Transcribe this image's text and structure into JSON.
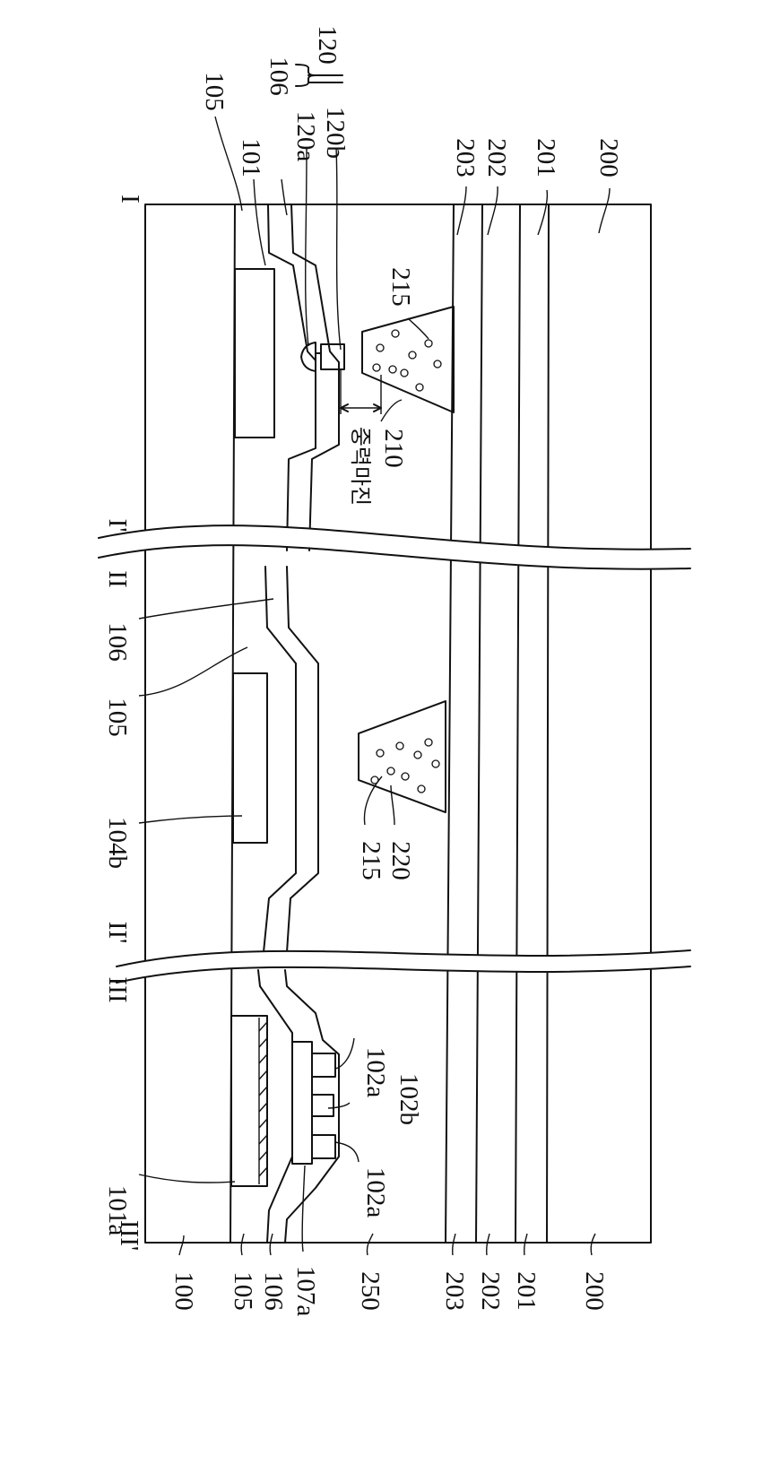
{
  "figure": {
    "section_labels": {
      "I": "I",
      "I_prime": "I'",
      "II": "II",
      "II_prime": "II'",
      "III": "III",
      "III_prime": "III'"
    },
    "reference_labels": {
      "s200_top": "200",
      "s201_top": "201",
      "s202_top": "202",
      "s203_top": "203",
      "s120b": "120b",
      "s120a": "120a",
      "s120": "120",
      "s106_top": "106",
      "s101": "101",
      "s105_top": "105",
      "s215_a": "215",
      "s210": "210",
      "margin_text": "중력마진",
      "s106_mid": "106",
      "s105_mid": "105",
      "s104b": "104b",
      "s220": "220",
      "s215_b": "215",
      "s102b": "102b",
      "s102a_1": "102a",
      "s102a_2": "102a",
      "s101a": "101a",
      "s100": "100",
      "s105_bot": "105",
      "s106_bot": "106",
      "s107a": "107a",
      "s250": "250",
      "s203_bot": "203",
      "s202_bot": "202",
      "s201_bot": "201",
      "s200_bot": "200"
    }
  }
}
